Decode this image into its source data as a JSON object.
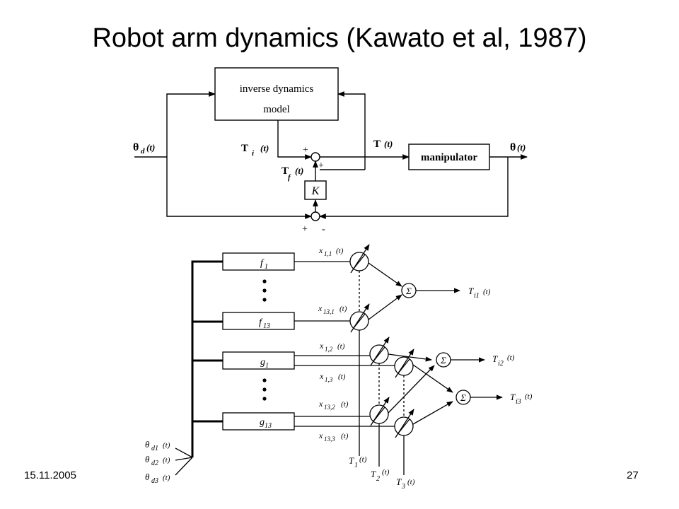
{
  "slide": {
    "title": "Robot arm dynamics (Kawato et al, 1987)",
    "date": "15.11.2005",
    "page": "27"
  },
  "block_diagram": {
    "model_line1": "inverse dynamics",
    "model_line2": "model",
    "manipulator": "manipulator",
    "gain": "K",
    "theta": "θ",
    "theta_d_sub": "d",
    "theta_arg": "(t)",
    "T": "T",
    "T_arg": "(t)",
    "Ti_sub": "i",
    "Ti_arg": "(t)",
    "Tf_sub": "f",
    "Tf_arg": "(t)",
    "theta_out_arg": "(t)",
    "sum1_plus_top": "+",
    "sum1_plus_right": "+",
    "sum2_plus": "+",
    "sum2_minus": "-"
  },
  "network": {
    "f1": "f",
    "f1_sub": "1",
    "f13": "f",
    "f13_sub": "13",
    "g1": "g",
    "g1_sub": "1",
    "g13": "g",
    "g13_sub": "13",
    "x11": "x",
    "x11_sub": "1,1",
    "x11_arg": "(t)",
    "x131": "x",
    "x131_sub": "13,1",
    "x131_arg": "(t)",
    "x12": "x",
    "x12_sub": "1,2",
    "x12_arg": "(t)",
    "x13": "x",
    "x13_sub": "1,3",
    "x13_arg": "(t)",
    "x132": "x",
    "x132_sub": "13,2",
    "x132_arg": "(t)",
    "x133": "x",
    "x133_sub": "13,3",
    "x133_arg": "(t)",
    "sigma": "Σ",
    "Ti1": "T",
    "Ti1_sub": "i1",
    "Ti1_arg": "(t)",
    "Ti2": "T",
    "Ti2_sub": "i2",
    "Ti2_arg": "(t)",
    "Ti3": "T",
    "Ti3_sub": "i3",
    "Ti3_arg": "(t)",
    "T1": "T",
    "T1_sub": "1",
    "T1_arg": "(t)",
    "T2": "T",
    "T2_sub": "2",
    "T2_arg": "(t)",
    "T3": "T",
    "T3_sub": "3",
    "T3_arg": "(t)",
    "thd1": "θ",
    "thd1_sub": "d1",
    "thd1_arg": "(t)",
    "thd2": "θ",
    "thd2_sub": "d2",
    "thd2_arg": "(t)",
    "thd3": "θ",
    "thd3_sub": "d3",
    "thd3_arg": "(t)"
  }
}
